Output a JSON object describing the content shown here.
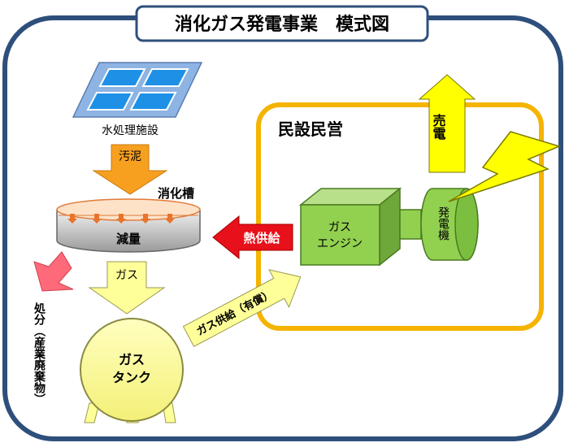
{
  "title": "消化ガス発電事業　模式図",
  "labels": {
    "water_facility": "水処理施設",
    "sludge": "汚泥",
    "digester": "消化槽",
    "reduction": "減量",
    "gas": "ガス",
    "disposal": "処分（産業廃棄物）",
    "gas_tank_line1": "ガス",
    "gas_tank_line2": "タンク",
    "gas_supply": "ガス供給（有償）",
    "heat_supply": "熱供給",
    "private_operation": "民設民営",
    "gas_engine_line1": "ガス",
    "gas_engine_line2": "エンジン",
    "generator": "発電機",
    "power_sale": "売電"
  },
  "colors": {
    "frame_border": "#2e4f7c",
    "private_border": "#f4b400",
    "panel_fill": "#8eb4e3",
    "cell_fill": "#1e90e6",
    "sludge_arrow": "#f7a020",
    "gas_arrow": "#ffff99",
    "sell_arrow": "#ffff00",
    "heat_arrow": "#e8101a",
    "disposal_arrow": "#ff6a7a",
    "engine_fill": "#92d050",
    "tank_fill": "#ffff99"
  }
}
